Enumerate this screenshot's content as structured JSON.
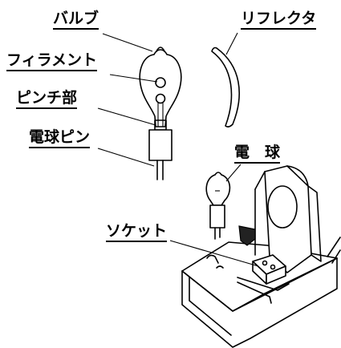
{
  "labels": {
    "bulb": "バルブ",
    "filament": "フィラメント",
    "pinch": "ピンチ部",
    "lamp_pin": "電球ピン",
    "reflector": "リフレクタ",
    "lamp": "電　球",
    "socket": "ソケット"
  }
}
